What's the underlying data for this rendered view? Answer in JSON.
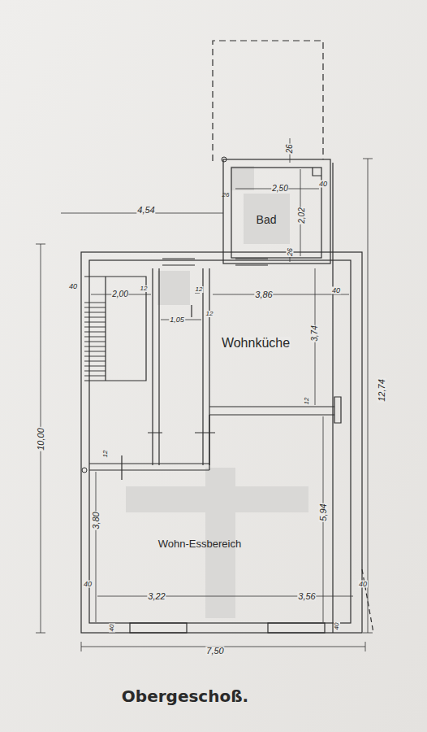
{
  "diagram": {
    "caption": "Obergeschoß.",
    "labels": [
      "26",
      "2,50",
      "40",
      "4,54",
      "26",
      "2,02",
      "Bad",
      "26",
      "40",
      "2,00",
      "12",
      "12",
      "3,86",
      "40",
      "12",
      "1,05",
      "Wohnküche",
      "3,74",
      "12",
      "10,00",
      "12,74",
      "12",
      "3,80",
      "5,94",
      "Wohn-Essbereich",
      "40",
      "3,22",
      "3,56",
      "40",
      "40",
      "40",
      "7,50"
    ]
  }
}
